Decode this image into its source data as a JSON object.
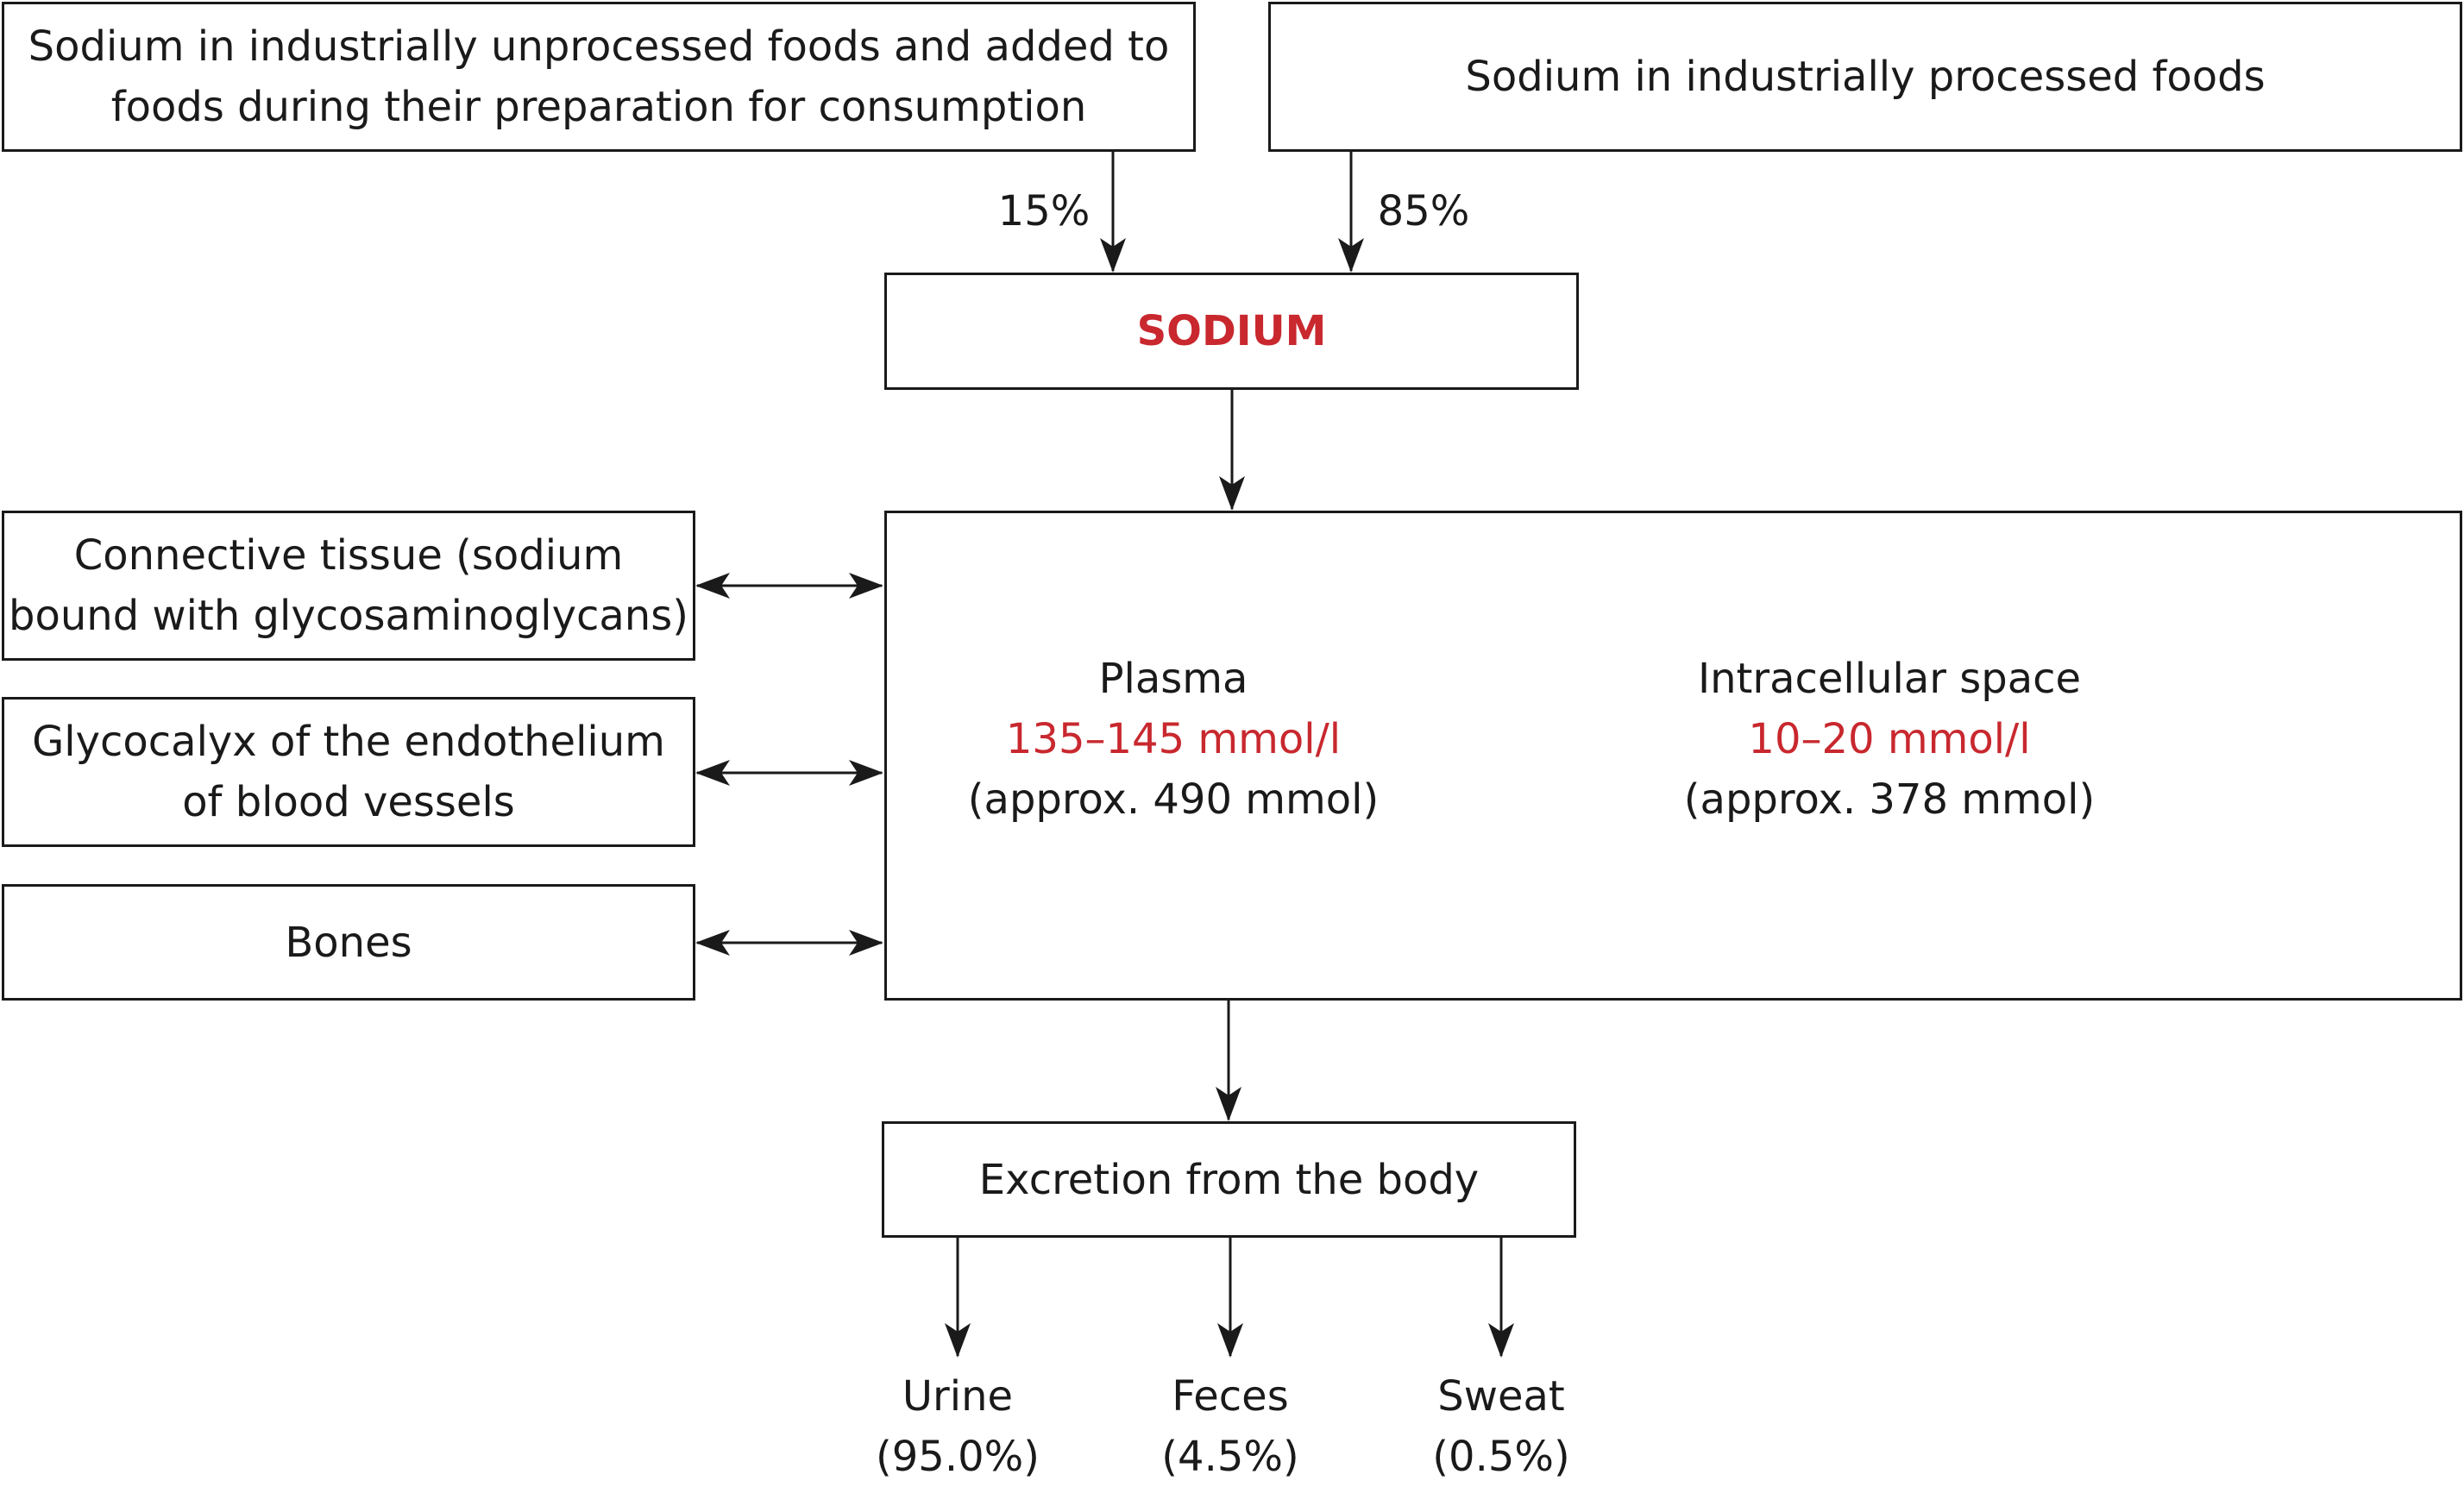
{
  "sources": {
    "unprocessed_line1": "Sodium in industrially unprocessed foods and added to",
    "unprocessed_line2": "foods during their preparation for consumption",
    "processed": "Sodium in industrially processed foods",
    "unprocessed_share": "15%",
    "processed_share": "85%"
  },
  "sodium": {
    "label": "SODIUM"
  },
  "stores": {
    "connective_line1": "Connective tissue (sodium",
    "connective_line2": "bound with glycosaminoglycans)",
    "glycocalyx_line1": "Glycocalyx of the endothelium",
    "glycocalyx_line2": "of blood vessels",
    "bones": "Bones"
  },
  "compartments": {
    "plasma": {
      "name": "Plasma",
      "range": "135–145 mmol/l",
      "amount": "(approx. 490 mmol)"
    },
    "intracellular": {
      "name": "Intracellular space",
      "range": "10–20 mmol/l",
      "amount": "(approx. 378 mmol)"
    }
  },
  "excretion": {
    "label": "Excretion from the body",
    "routes": [
      {
        "name": "Urine",
        "share": "(95.0%)"
      },
      {
        "name": "Feces",
        "share": "(4.5%)"
      },
      {
        "name": "Sweat",
        "share": "(0.5%)"
      }
    ]
  },
  "colors": {
    "accent": "#c8282e",
    "line": "#1a1a1a"
  }
}
